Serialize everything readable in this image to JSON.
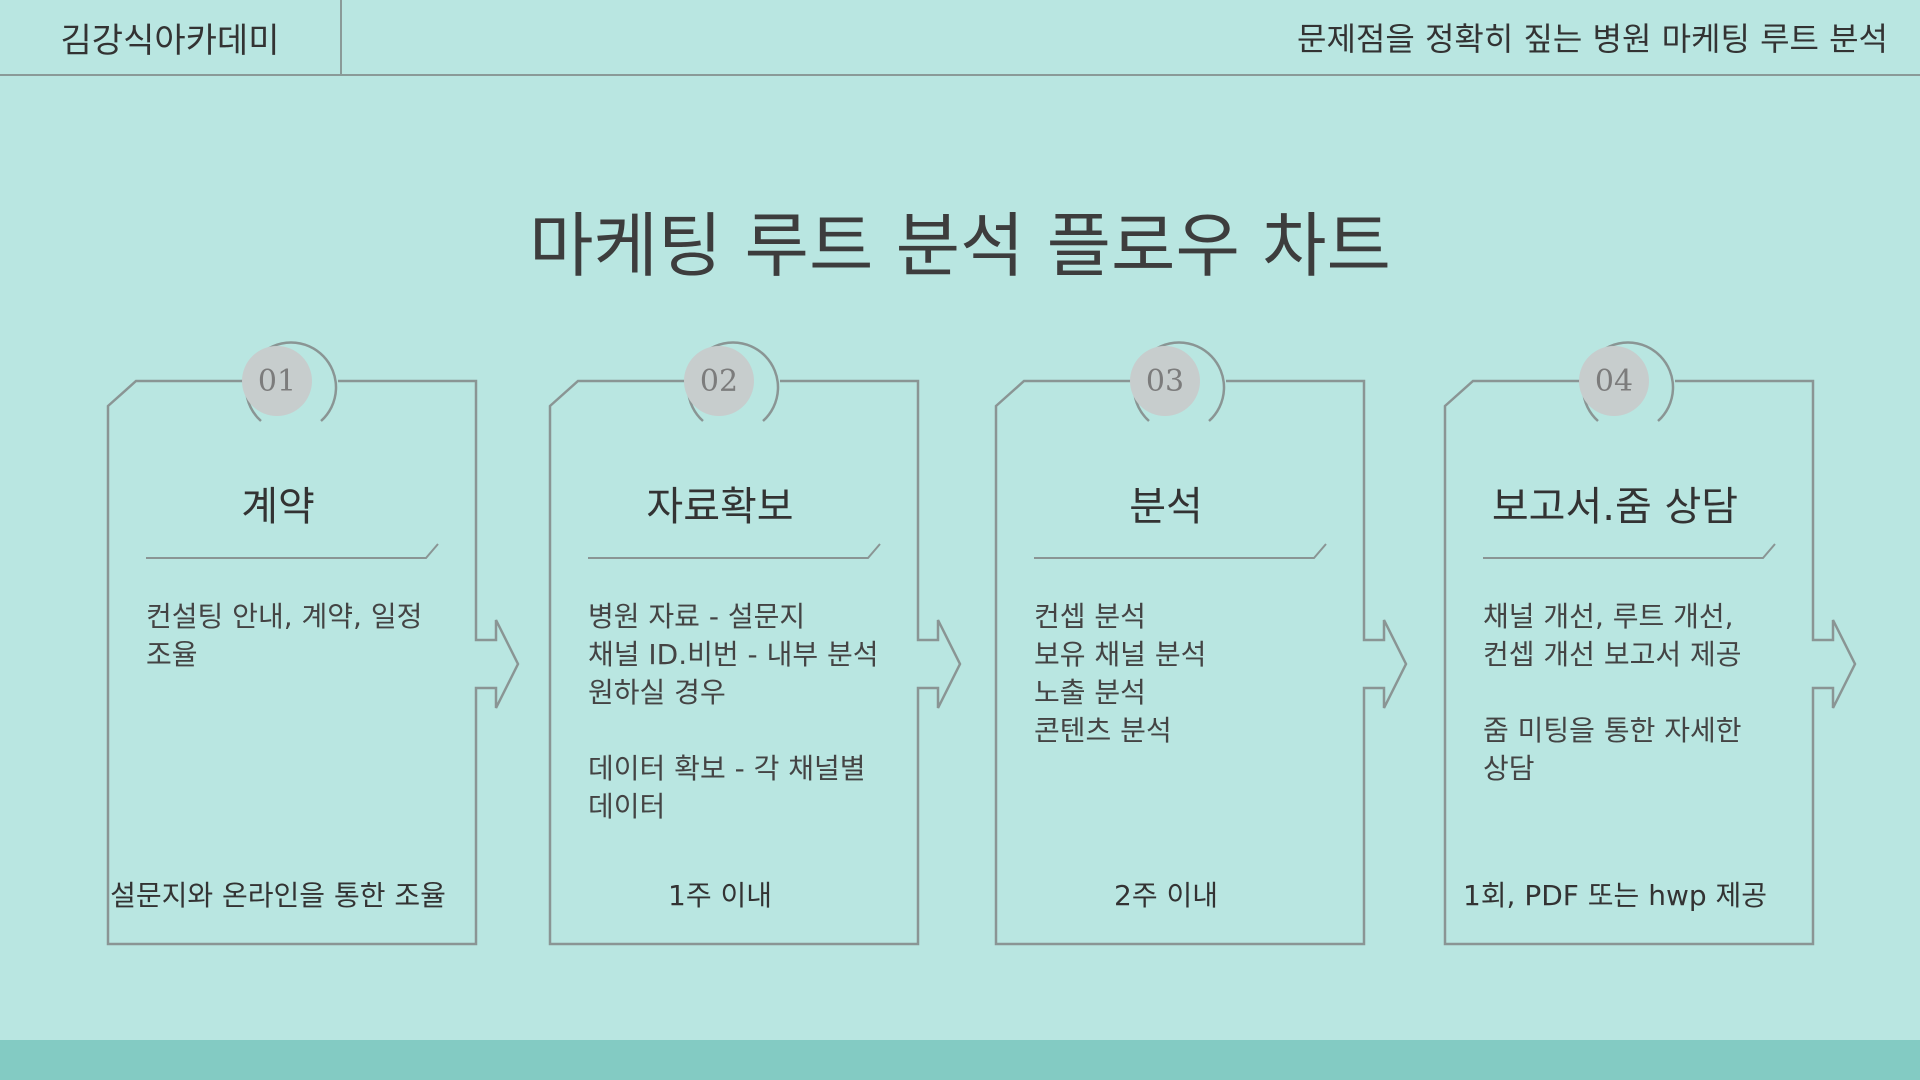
{
  "header": {
    "brand": "김강식아카데미",
    "subtitle": "문제점을 정확히 짚는 병원 마케팅 루트 분석"
  },
  "title": "마케팅 루트 분석 플로우 차트",
  "steps": [
    {
      "number": "01",
      "title": "계약",
      "lines": [
        "컨설팅 안내, 계약, 일정",
        "조율"
      ],
      "footer": "설문지와 온라인을 통한 조율"
    },
    {
      "number": "02",
      "title": "자료확보",
      "lines": [
        "병원 자료 - 설문지",
        "채널 ID.비번 - 내부 분석",
        "원하실 경우",
        "",
        "데이터 확보 - 각 채널별",
        "데이터"
      ],
      "footer": "1주 이내"
    },
    {
      "number": "03",
      "title": "분석",
      "lines": [
        "컨셉 분석",
        "보유 채널 분석",
        "노출 분석",
        "콘텐츠 분석"
      ],
      "footer": "2주 이내"
    },
    {
      "number": "04",
      "title": "보고서.줌 상담",
      "lines": [
        "채널 개선, 루트 개선,",
        "컨셉 개선 보고서 제공",
        "",
        "줌 미팅을 통한 자세한",
        "상담"
      ],
      "footer": "1회, PDF 또는 hwp 제공"
    }
  ]
}
